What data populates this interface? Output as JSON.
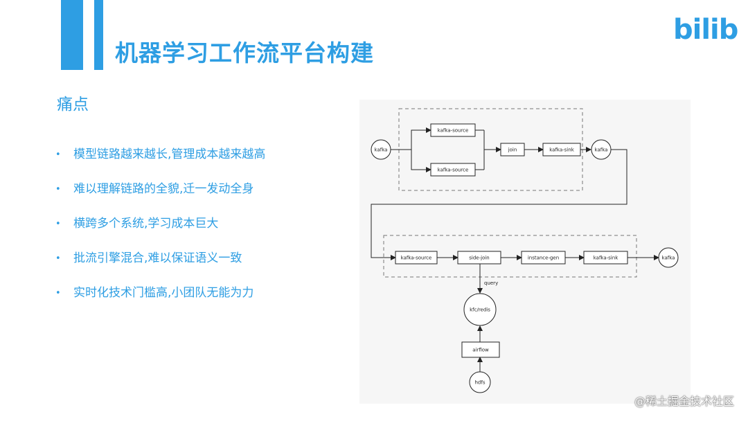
{
  "header": {
    "title": "机器学习工作流平台构建",
    "logo_text": "bilibili",
    "accent_color": "#2e9ee3"
  },
  "section": {
    "subtitle": "痛点",
    "bullets": [
      "模型链路越来越长,管理成本越来越高",
      "难以理解链路的全貌,迁一发动全身",
      "横跨多个系统,学习成本巨大",
      "批流引擎混合,难以保证语义一致",
      "实时化技术门槛高,小团队无能为力"
    ]
  },
  "diagram": {
    "nodes": {
      "kafka_in": "kafka",
      "src1": "kafka-source",
      "src2": "kafka-source",
      "join": "join",
      "sink1": "kafka-sink",
      "kafka_mid": "kafka",
      "src3": "kafka-source",
      "side_join": "side-join",
      "instance_gen": "instance-gen",
      "sink2": "kafka-sink",
      "kafka_out": "kafka",
      "kfc": "kfc/redis",
      "airflow": "airflow",
      "hdfs": "hdfs"
    },
    "edge_labels": {
      "query": "query"
    }
  },
  "watermark": "@稀土掘金技术社区"
}
